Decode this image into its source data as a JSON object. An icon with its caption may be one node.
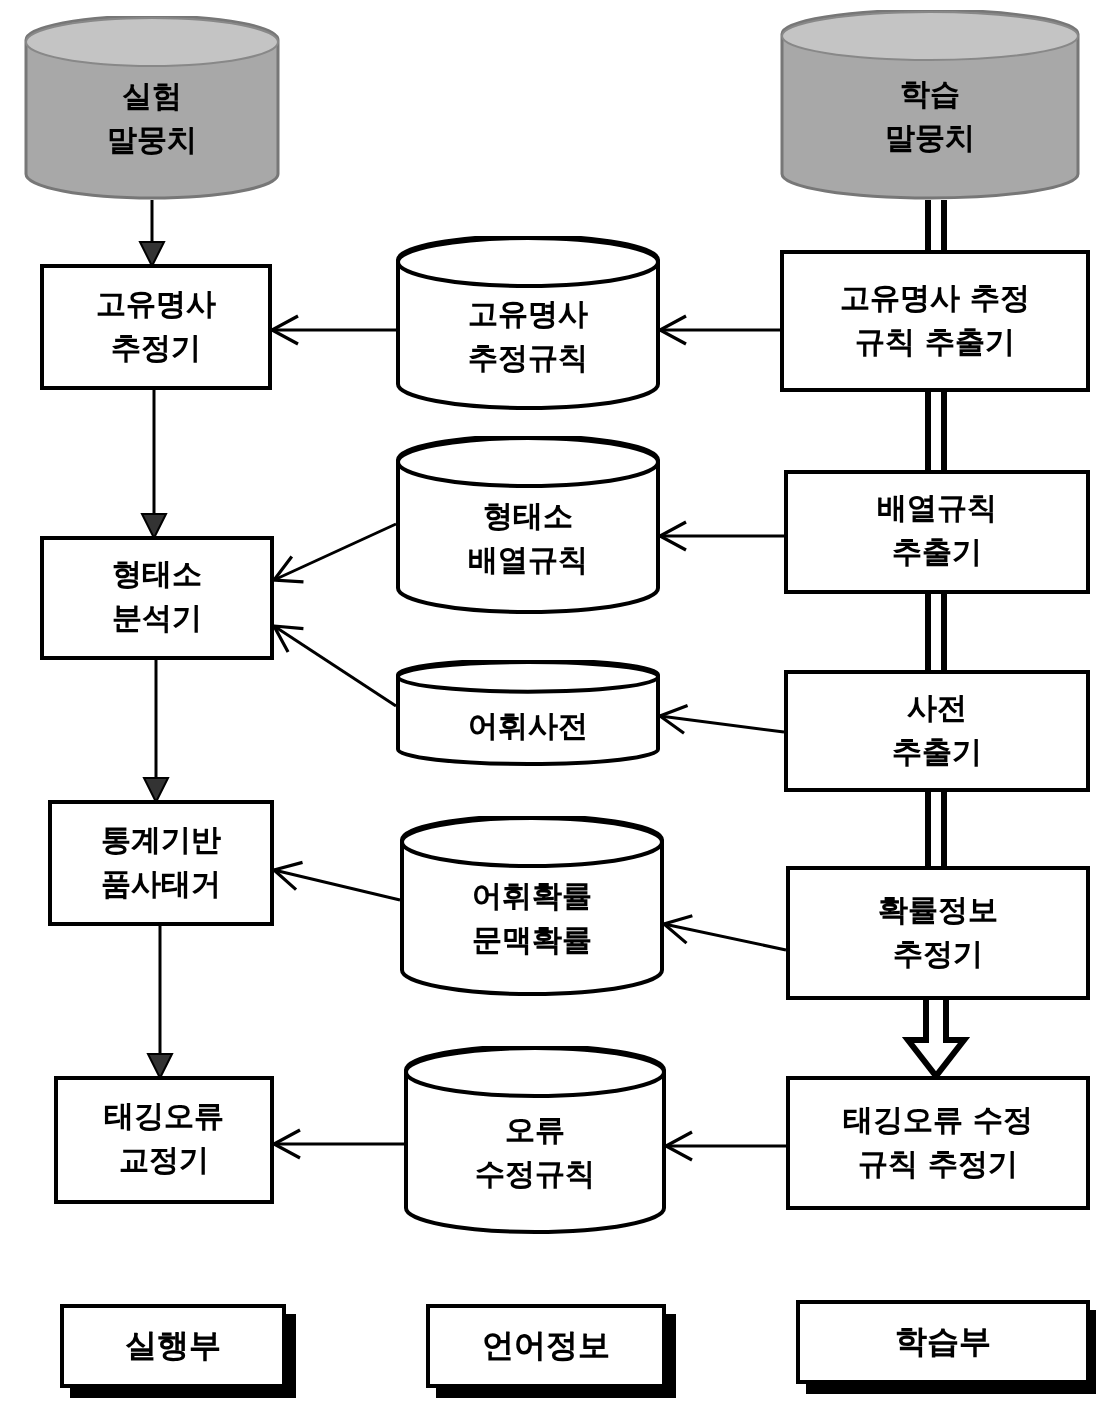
{
  "diagram": {
    "nodes": [
      {
        "text": [
          "실험 말뭉치"
        ]
      },
      {
        "text": [
          "학습 말뭉치"
        ]
      },
      {
        "text": [
          "고유명사 추정기"
        ]
      },
      {
        "text": [
          "고유명사 추정규칙"
        ]
      },
      {
        "text": [
          "고유명사 추정 규칙 추출기"
        ]
      },
      {
        "text": [
          "형태소 배열규칙"
        ]
      },
      {
        "text": [
          "배열규칙 추출기"
        ]
      },
      {
        "text": [
          "형태소 분석기"
        ]
      },
      {
        "text": [
          "어휘사전"
        ]
      },
      {
        "text": [
          "사전 추출기"
        ]
      },
      {
        "text": [
          "통계기반 품사태거"
        ]
      },
      {
        "text": [
          "어휘확률 문맥확률"
        ]
      },
      {
        "text": [
          "확률정보 추정기"
        ]
      },
      {
        "text": [
          "태깅오류 교정기"
        ]
      },
      {
        "text": [
          "오류 수정규칙"
        ]
      },
      {
        "text": [
          "태깅오류 수정 규칙 추정기"
        ]
      },
      {
        "text": [
          "실행부"
        ]
      },
      {
        "text": [
          "언어정보"
        ]
      },
      {
        "text": [
          "학습부"
        ]
      }
    ],
    "edges": [
      {
        "from": 0,
        "to": 2,
        "arrow": "to"
      },
      {
        "from": 2,
        "to": 7,
        "arrow": "to"
      },
      {
        "from": 7,
        "to": 10,
        "arrow": "to"
      },
      {
        "from": 10,
        "to": 13,
        "arrow": "to"
      },
      {
        "from": 4,
        "to": 3,
        "arrow": "to"
      },
      {
        "from": 3,
        "to": 2,
        "arrow": "to"
      },
      {
        "from": 6,
        "to": 5,
        "arrow": "to"
      },
      {
        "from": 5,
        "to": 7,
        "arrow": "to"
      },
      {
        "from": 9,
        "to": 8,
        "arrow": "to"
      },
      {
        "from": 8,
        "to": 7,
        "arrow": "to"
      },
      {
        "from": 12,
        "to": 11,
        "arrow": "to"
      },
      {
        "from": 11,
        "to": 10,
        "arrow": "to"
      },
      {
        "from": 15,
        "to": 14,
        "arrow": "to"
      },
      {
        "from": 14,
        "to": 13,
        "arrow": "to"
      },
      {
        "from": 1,
        "to": 4,
        "arrow": "none",
        "style": "thick"
      },
      {
        "from": 4,
        "to": 6,
        "arrow": "none",
        "style": "thick"
      },
      {
        "from": 6,
        "to": 9,
        "arrow": "none",
        "style": "thick"
      },
      {
        "from": 9,
        "to": 12,
        "arrow": "none",
        "style": "thick"
      },
      {
        "from": 12,
        "to": 15,
        "arrow": "to",
        "style": "thick"
      }
    ]
  }
}
